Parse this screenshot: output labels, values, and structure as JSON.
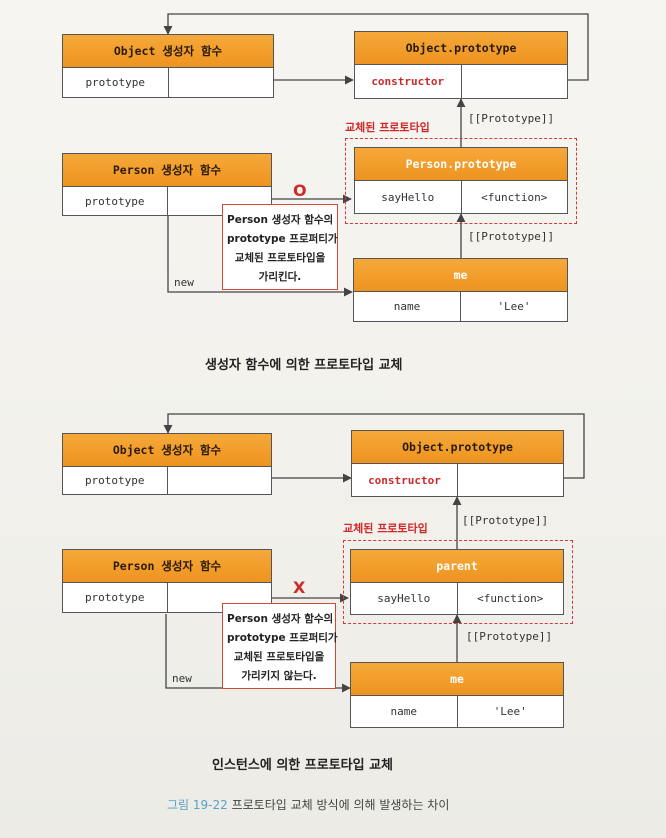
{
  "top": {
    "object_ctor": {
      "title": "Object 생성자 함수",
      "prop": "prototype"
    },
    "object_proto": {
      "title": "Object.prototype",
      "prop": "constructor"
    },
    "person_ctor": {
      "title": "Person 생성자 함수",
      "prop": "prototype"
    },
    "person_proto": {
      "title": "Person.prototype",
      "key": "sayHello",
      "value": "<function>"
    },
    "me": {
      "title": "me",
      "key": "name",
      "value": "'Lee'"
    },
    "replaced_label": "교체된 프로토타입",
    "proto_link_1": "[[Prototype]]",
    "proto_link_2": "[[Prototype]]",
    "new_label": "new",
    "marker": "O",
    "note": [
      "Person 생성자 함수의",
      "prototype 프로퍼티가",
      "교체된 프로토타입을",
      "가리킨다."
    ],
    "caption": "생성자 함수에 의한 프로토타입 교체"
  },
  "bottom": {
    "object_ctor": {
      "title": "Object 생성자 함수",
      "prop": "prototype"
    },
    "object_proto": {
      "title": "Object.prototype",
      "prop": "constructor"
    },
    "person_ctor": {
      "title": "Person 생성자 함수",
      "prop": "prototype"
    },
    "parent": {
      "title": "parent",
      "key": "sayHello",
      "value": "<function>"
    },
    "me": {
      "title": "me",
      "key": "name",
      "value": "'Lee'"
    },
    "replaced_label": "교체된 프로토타입",
    "proto_link_1": "[[Prototype]]",
    "proto_link_2": "[[Prototype]]",
    "new_label": "new",
    "marker": "X",
    "note": [
      "Person 생성자 함수의",
      "prototype 프로퍼티가",
      "교체된 프로토타입을",
      "가리키지 않는다."
    ],
    "caption": "인스턴스에 의한 프로토타입 교체"
  },
  "figure_caption": {
    "number": "그림 19-22",
    "text": "프로토타입 교체 방식에 의해 발생하는 차이"
  },
  "colors": {
    "header_orange": "#f0982a",
    "accent_red": "#d02828",
    "line": "#555555"
  }
}
